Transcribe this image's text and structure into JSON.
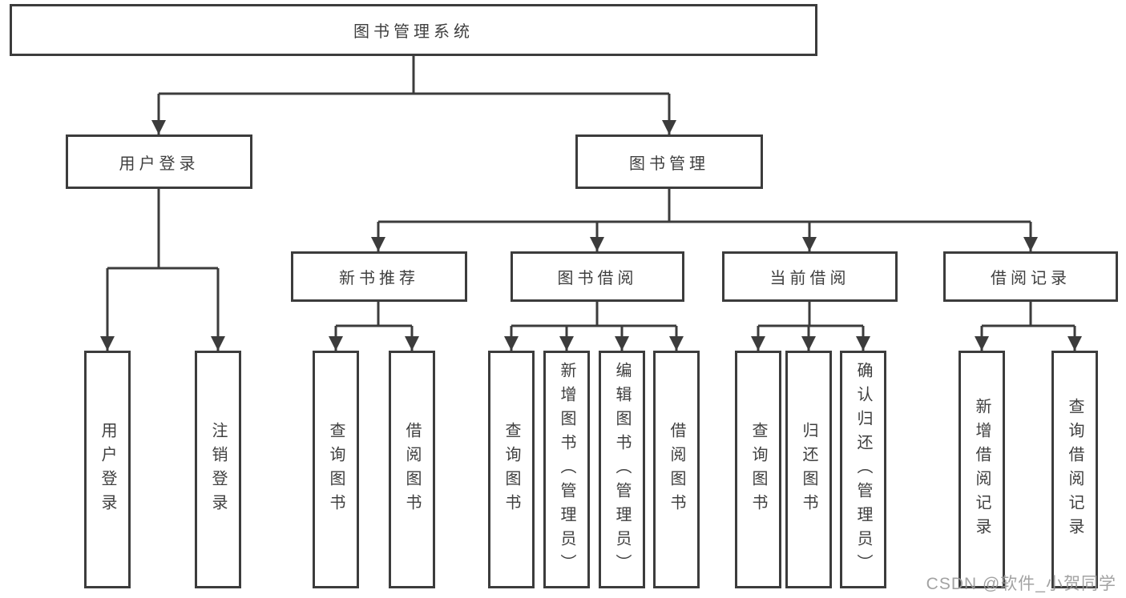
{
  "diagram": {
    "root": {
      "label": "图书管理系统"
    },
    "branches": [
      {
        "label": "用户登录",
        "leaves": [
          {
            "label": "用户登录"
          },
          {
            "label": "注销登录"
          }
        ]
      },
      {
        "label": "图书管理",
        "modules": [
          {
            "label": "新书推荐",
            "leaves": [
              {
                "label": "查询图书"
              },
              {
                "label": "借阅图书"
              }
            ]
          },
          {
            "label": "图书借阅",
            "leaves": [
              {
                "label": "查询图书"
              },
              {
                "label": "新增图书（管理员）"
              },
              {
                "label": "编辑图书（管理员）"
              },
              {
                "label": "借阅图书"
              }
            ]
          },
          {
            "label": "当前借阅",
            "leaves": [
              {
                "label": "查询图书"
              },
              {
                "label": "归还图书"
              },
              {
                "label": "确认归还（管理员）"
              }
            ]
          },
          {
            "label": "借阅记录",
            "leaves": [
              {
                "label": "新增借阅记录"
              },
              {
                "label": "查询借阅记录"
              }
            ]
          }
        ]
      }
    ]
  },
  "watermark": {
    "text": "CSDN @软件_小贺同学"
  },
  "colors": {
    "line": "#3c3c3c",
    "node_text": "#3f3f3f",
    "box_fill": "#ffffff",
    "page_bg": "#ffffff",
    "watermark_text": "#999999"
  }
}
